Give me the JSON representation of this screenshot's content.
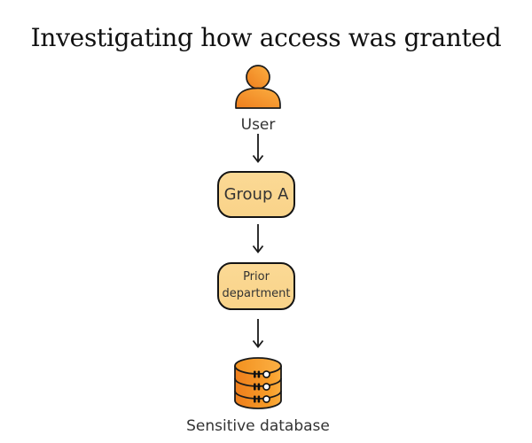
{
  "title": "Investigating how access was granted",
  "diagram": {
    "type": "flowchart-vertical",
    "nodes": [
      {
        "id": "user",
        "label": "User",
        "kind": "person-icon"
      },
      {
        "id": "group-a",
        "label": "Group A",
        "kind": "rounded-box"
      },
      {
        "id": "prior-department",
        "label": "Prior department",
        "kind": "rounded-box"
      },
      {
        "id": "sensitive-database",
        "label": "Sensitive database",
        "kind": "database-icon"
      }
    ],
    "edges": [
      {
        "from": "user",
        "to": "group-a"
      },
      {
        "from": "group-a",
        "to": "prior-department"
      },
      {
        "from": "prior-department",
        "to": "sensitive-database"
      }
    ]
  },
  "nodes": {
    "user": {
      "label": "User"
    },
    "group": {
      "label": "Group A"
    },
    "prior": {
      "label": "Prior department"
    },
    "database": {
      "label": "Sensitive database"
    }
  },
  "colors": {
    "background": "#ffffff",
    "title_text": "#111111",
    "label_text": "#333333",
    "box_fill": "#fad689",
    "box_border": "#141414",
    "arrow_stroke": "#1a1a1a",
    "icon_gradient_dark": "#ee7e1d",
    "icon_gradient_light": "#fbae41",
    "icon_outline": "#1a1a1a"
  }
}
